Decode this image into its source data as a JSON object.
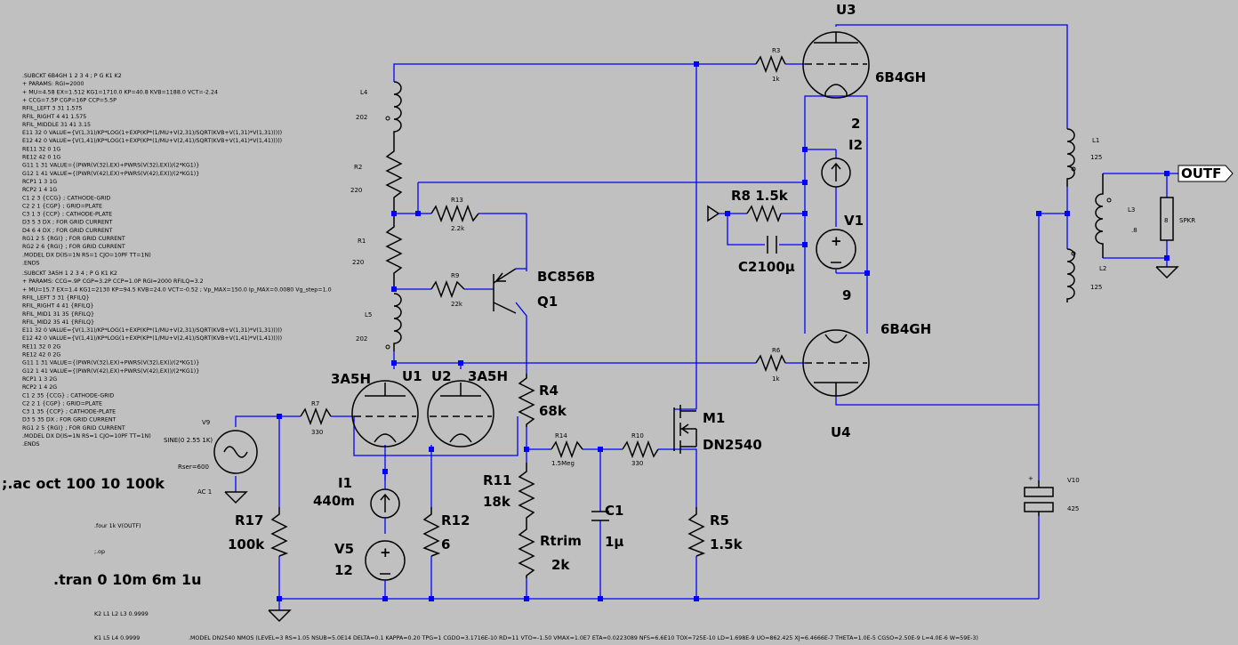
{
  "colors": {
    "background": "#c0c0c0",
    "wire": "#0000ff",
    "component": "#000000",
    "text": "#000000"
  },
  "components": {
    "u3": {
      "ref": "U3",
      "model": "6B4GH"
    },
    "u4": {
      "ref": "U4",
      "model": "6B4GH"
    },
    "u1": {
      "ref": "U1",
      "model": "3A5H"
    },
    "u2": {
      "ref": "U2",
      "model": "3A5H"
    },
    "q1": {
      "ref": "Q1",
      "model": "BC856B"
    },
    "m1": {
      "ref": "M1",
      "model": "DN2540"
    },
    "r1": {
      "ref": "R1",
      "value": "220"
    },
    "r2": {
      "ref": "R2",
      "value": "220"
    },
    "r3": {
      "ref": "R3",
      "value": "1k"
    },
    "r4": {
      "ref": "R4",
      "value": "68k"
    },
    "r5": {
      "ref": "R5",
      "value": "1.5k"
    },
    "r6": {
      "ref": "R6",
      "value": "1k"
    },
    "r7": {
      "ref": "R7",
      "value": "330"
    },
    "r8": {
      "label": "R8 1.5k"
    },
    "r9": {
      "ref": "R9",
      "value": "22k"
    },
    "r10": {
      "ref": "R10",
      "value": "330"
    },
    "r11": {
      "ref": "R11",
      "value": "18k"
    },
    "r12": {
      "ref": "R12",
      "value": "6"
    },
    "r13": {
      "ref": "R13",
      "value": "2.2k"
    },
    "r14": {
      "ref": "R14",
      "value": "1.5Meg"
    },
    "r17": {
      "ref": "R17",
      "value": "100k"
    },
    "rtrim": {
      "ref": "Rtrim",
      "value": "2k"
    },
    "spkr": {
      "ref": "8",
      "value": "SPKR"
    },
    "l1": {
      "ref": "L1",
      "value": "125"
    },
    "l2": {
      "ref": "L2",
      "value": "125"
    },
    "l3": {
      "ref": "L3",
      "value": ".8"
    },
    "l4": {
      "ref": "L4",
      "value": "202"
    },
    "l5": {
      "ref": "L5",
      "value": "202"
    },
    "c1": {
      "ref": "C1",
      "value": "1µ"
    },
    "c2": {
      "label": "C2100µ"
    },
    "i1": {
      "ref": "I1",
      "value": "440m"
    },
    "i2": {
      "ref": "I2",
      "value": "2"
    },
    "v1": {
      "ref": "V1",
      "value": "9"
    },
    "v5": {
      "ref": "V5",
      "value": "12"
    },
    "v9": {
      "ref": "V9",
      "value": "SINE(0 2.55 1K)",
      "rser": "Rser=600",
      "ac": "AC 1"
    },
    "v10": {
      "ref": "V10",
      "value": "425"
    }
  },
  "net_label": "OUTF",
  "directives": {
    "ac": ";.ac oct 100 10 100k",
    "tran": ".tran 0 10m 6m 1u",
    "four": ".four 1k V(OUTF)",
    "op": ";.op",
    "k2": "K2 L1 L2 L3 0.9999",
    "k1": "K1 L5 L4 0.9999",
    "model_dn2540": ".MODEL DN2540 NMOS (LEVEL=3 RS=1.05 NSUB=5.0E14 DELTA=0.1 KAPPA=0.20 TPG=1 CGDO=3.1716E-10 RD=11 VTO=-1.50 VMAX=1.0E7 ETA=0.0223089 NFS=6.6E10 TOX=725E-10 LD=1.698E-9 UO=862.425 XJ=6.4666E-7 THETA=1.0E-5 CGSO=2.50E-9 L=4.0E-6 W=59E-3)"
  },
  "subckt_6b4gh": [
    ".SUBCKT 6B4GH  1 2 3 4 ; P G K1 K2",
    "+ PARAMS:  RGI=2000",
    "+ MU=4.58 EX=1.512 KG1=1710.0 KP=40.8 KVB=1188.0 VCT=-2.24",
    "+ CCG=7.5P  CGP=16P CCP=5.5P",
    "RFIL_LEFT   3 31 1.575",
    "RFIL_RIGHT   4 41 1.575",
    "RFIL_MIDDLE  31 41 3.15",
    "E11 32 0  VALUE={V(1,31)/KP*LOG(1+EXP(KP*(1/MU+V(2,31)/SQRT(KVB+V(1,31)*V(1,31)))))",
    "E12 42 0  VALUE={V(1,41)/KP*LOG(1+EXP(KP*(1/MU+V(2,41)/SQRT(KVB+V(1,41)*V(1,41)))))",
    "RE11 32 0 1G",
    "RE12 42 0 1G",
    "G11 1 31 VALUE={(PWR(V(32),EX)+PWRS(V(32),EX))/(2*KG1)}",
    "G12 1 41 VALUE={(PWR(V(42),EX)+PWRS(V(42),EX))/(2*KG1)}",
    "RCP1 1 3 1G",
    "RCP2 1 4 1G",
    "C1 2 3  {CCG} ; CATHODE-GRID",
    "C2 2 1  {CGP} ; GRID=PLATE",
    "C3 1 3  {CCP} ; CATHODE-PLATE",
    "D3 5 3 DX ; FOR GRID CURRENT",
    "D4 6 4 DX ; FOR GRID CURRENT",
    "RG1 2 5  {RGI} ; FOR GRID CURRENT",
    "RG2 2 6  {RGI} ; FOR GRID CURRENT",
    ".MODEL DX D(IS=1N RS=1 CJO=10PF TT=1N)",
    ".ENDS"
  ],
  "subckt_3a5h": [
    ".SUBCKT 3A5H      1 2 3 4 ; P G K1 K2",
    "+ PARAMS: CCG=.9P  CGP=3.2P CCP=1.0P RGI=2000  RFILQ=3.2",
    "+ MU=15.7 EX=1.4 KG1=2130 KP=94.5 KVB=24.0 VCT=-0.52 ; Vp_MAX=150.0 Ip_MAX=0.0080 Vg_step=1.0",
    "RFIL_LEFT   3  31  {RFILQ}",
    "RFIL_RIGHT  4  41  {RFILQ}",
    "RFIL_MID1  31  35  {RFILQ}",
    "RFIL_MID2  35  41  {RFILQ}",
    "E11 32 0  VALUE={V(1,31)/KP*LOG(1+EXP(KP*(1/MU+V(2,31)/SQRT(KVB+V(1,31)*V(1,31)))))",
    "E12 42 0  VALUE={V(1,41)/KP*LOG(1+EXP(KP*(1/MU+V(2,41)/SQRT(KVB+V(1,41)*V(1,41)))))",
    "RE11 32 0 2G",
    "RE12 42 0 2G",
    "G11 1 31 VALUE={(PWR(V(32),EX)+PWRS(V(32),EX))/(2*KG1)}",
    "G12 1 41 VALUE={(PWR(V(42),EX)+PWRS(V(42),EX))/(2*KG1)}",
    "RCP1 1 3 2G",
    "RCP2 1 4 2G",
    "C1 2 35  {CCG} ; CATHODE-GRID",
    "C2 2 1  {CGP} ; GRID=PLATE",
    "C3 1 35  {CCP} ; CATHODE-PLATE",
    "D3 5 35 DX ; FOR GRID CURRENT",
    "RG1 2 5  {RGI} ; FOR GRID CURRENT",
    ".MODEL DX D(IS=1N RS=1 CJO=10PF TT=1N)",
    ".ENDS"
  ]
}
